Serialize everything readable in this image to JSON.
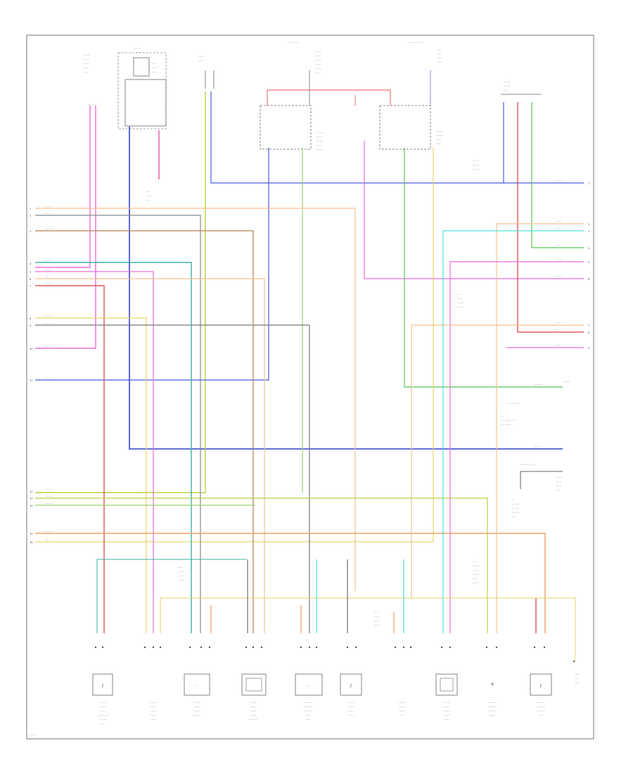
{
  "colors": {
    "pink": "#f06ae0",
    "red": "#e03a3a",
    "orange": "#f4a060",
    "yellow": "#e6d66a",
    "green": "#58c858",
    "light_green": "#9ad06a",
    "cyan": "#50e0e0",
    "blue": "#4a5adf",
    "dark_blue": "#3040d0",
    "tan": "#f0c890",
    "gray": "#888888",
    "dark": "#555555",
    "olive": "#b8b640",
    "teal": "#3cb0a0",
    "frame": "#777777",
    "salmon": "#f08a8a"
  },
  "diagram": {
    "page_code": "..........",
    "top_components": [
      {
        "id": "c1",
        "lines": [
          "...........",
          "......",
          ".......",
          ".......",
          "........"
        ]
      },
      {
        "id": "c2",
        "lines": [
          "...........",
          ".........."
        ]
      },
      {
        "id": "c3",
        "lines": [
          ".......",
          "........."
        ]
      },
      {
        "id": "c4",
        "lines": [
          "... .. .... ......"
        ]
      },
      {
        "id": "c5",
        "lines": [
          "... ..........  ..."
        ]
      },
      {
        "id": "c6",
        "lines": [
          "...........",
          "........",
          "......"
        ]
      }
    ],
    "bottom_components": [
      {
        "id": "b1",
        "lines": [
          ".. .......",
          "..........",
          "......",
          "..............",
          ".........",
          "......"
        ]
      },
      {
        "id": "b2",
        "lines": [
          "..........",
          "........",
          "......",
          ".......",
          "......"
        ]
      },
      {
        "id": "b3",
        "lines": [
          ".........",
          "........",
          "........",
          "....... .."
        ]
      },
      {
        "id": "b4",
        "lines": [
          "..........",
          "........",
          "........",
          "........",
          "..........."
        ]
      },
      {
        "id": "b5",
        "lines": [
          "..........",
          "..........",
          ".........",
          "........",
          "......"
        ]
      },
      {
        "id": "b6",
        "lines": [
          ".........",
          "........",
          "........",
          "...... .."
        ]
      },
      {
        "id": "b7",
        "lines": [
          ".........",
          "........",
          "........",
          "......"
        ]
      },
      {
        "id": "b8",
        "lines": [
          ".........",
          "........",
          "..........",
          "........",
          "......"
        ]
      },
      {
        "id": "b9",
        "lines": [
          "..........",
          "..........",
          ".........",
          "........"
        ]
      },
      {
        "id": "b10",
        "lines": [
          "..........",
          "..........",
          "..........",
          "......"
        ]
      },
      {
        "id": "b11",
        "lines": [
          "......",
          "......",
          "......"
        ]
      }
    ]
  }
}
